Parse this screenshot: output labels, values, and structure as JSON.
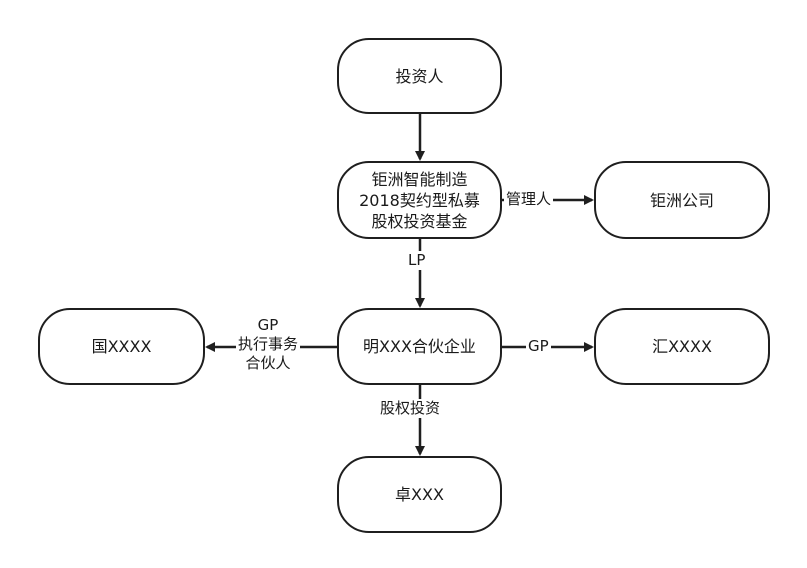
{
  "nodes": {
    "investor": {
      "label": "投资人"
    },
    "fund": {
      "lines": [
        "钜洲智能制造",
        "2018契约型私募",
        "股权投资基金"
      ]
    },
    "zhouzhou_company": {
      "label": "钜洲公司"
    },
    "ming_partnership": {
      "label": "明XXX合伙企业"
    },
    "guo": {
      "label": "国XXXX"
    },
    "hui": {
      "label": "汇XXXX"
    },
    "zhuo": {
      "label": "卓XXX"
    }
  },
  "edges": {
    "investor_to_fund": {
      "label": ""
    },
    "fund_to_company": {
      "label": "管理人"
    },
    "fund_to_ming": {
      "label": "LP"
    },
    "ming_to_guo": {
      "lines": [
        "GP",
        "执行事务",
        "合伙人"
      ]
    },
    "ming_to_hui": {
      "label": "GP"
    },
    "ming_to_zhuo": {
      "label": "股权投资"
    }
  },
  "colors": {
    "stroke": "#1f1f1f",
    "fill": "#ffffff"
  }
}
